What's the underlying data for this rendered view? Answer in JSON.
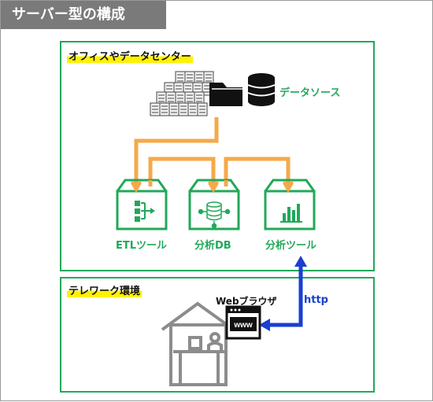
{
  "page_title": "サーバー型の構成",
  "office": {
    "title": "オフィスやデータセンター",
    "datasource_label": "データソース",
    "tools": [
      {
        "label": "ETLツール",
        "icon": "etl-flow-icon"
      },
      {
        "label": "分析DB",
        "icon": "database-network-icon"
      },
      {
        "label": "分析ツール",
        "icon": "bar-chart-icon"
      }
    ]
  },
  "telework": {
    "title": "テレワーク環境",
    "browser_label": "Webブラウザ",
    "browser_text": "www",
    "protocol_label": "http"
  },
  "colors": {
    "green": "#22a85a",
    "orange": "#f5a94a",
    "blue": "#1a3fd1",
    "highlight": "#fff200",
    "gray": "#7a7a7a"
  }
}
